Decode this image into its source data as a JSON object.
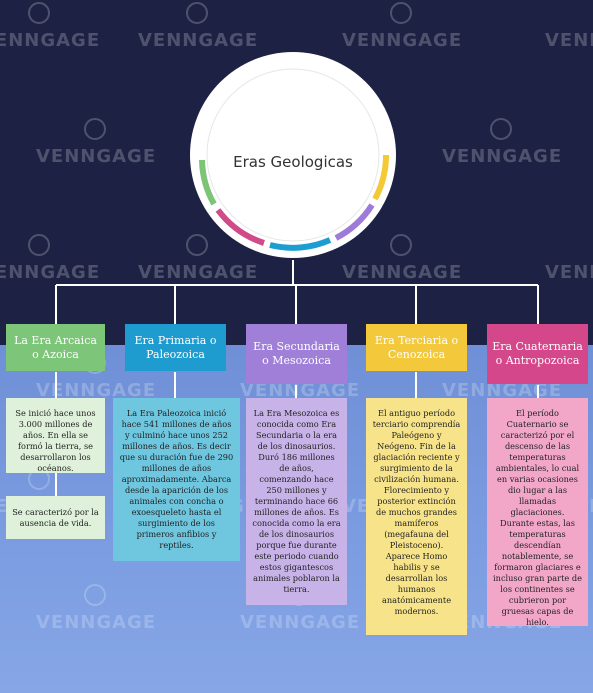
{
  "watermark": "VENNGAGE",
  "title": "Eras Geologicas",
  "colors": {
    "background_top": "#1d2244",
    "background_bottom": "#7a9be0",
    "arc_yellow": "#f3c935",
    "arc_purple": "#9e7bd8",
    "arc_blue": "#1d9ed3",
    "arc_pink": "#d14a8a",
    "arc_green": "#7cc576"
  },
  "eras": [
    {
      "title": "La Era Arcaica o Azoica",
      "color": "#7dc578",
      "desc_color": "#dff0db",
      "descriptions": [
        "Se inició hace unos 3.000 millones de años. En ella se formó la tierra, se desarrollaron los océanos.",
        "Se caracterizó por la ausencia de vida."
      ]
    },
    {
      "title": "Era Primaria o Paleozoica",
      "color": "#1e9ccf",
      "desc_color": "#6fc6df",
      "descriptions": [
        "La Era Paleozoica inició hace 541 millones de años y culminó hace unos 252 millones de años. Es decir que su duración fue de 290 millones de años aproximadamente. Abarca desde la aparición de los animales con concha o exoesqueleto hasta el surgimiento de los primeros anfibios y reptiles."
      ]
    },
    {
      "title": "Era Secundaria o Mesozoica",
      "color": "#a07fd9",
      "desc_color": "#c7b3e8",
      "descriptions": [
        "La Era Mesozoica es conocida como Era Secundaria o la era de los dinosaurios. Duró 186 millones de años, comenzando hace 250 millones y terminando hace 66 millones de años. Es conocida como la era de los dinosaurios porque fue durante este periodo cuando estos gigantescos animales poblaron la tierra."
      ]
    },
    {
      "title": "Era Terciaria o Cenozoica",
      "color": "#f3c83b",
      "desc_color": "#f7e48a",
      "descriptions": [
        "El antiguo período terciario comprendía Paleógeno y Neógeno. Fin de la glaciación reciente y surgimiento de la civilización humana. Florecimiento y posterior extinción de muchos grandes mamíferos (megafauna del Pleistoceno). Aparece Homo habilis y se desarrollan los humanos anatómicamente modernos."
      ]
    },
    {
      "title": "Era Cuaternaria o Antropozoica",
      "color": "#d4488b",
      "desc_color": "#f2a7c9",
      "descriptions": [
        "El período Cuaternario se caracterizó por el descenso de las temperaturas ambientales, lo cual en varias ocasiones dio lugar a las llamadas glaciaciones. Durante estas, las temperaturas descendían notablemente, se formaron glaciares e incluso gran parte de los continentes se cubrieron por gruesas capas de hielo."
      ]
    }
  ]
}
